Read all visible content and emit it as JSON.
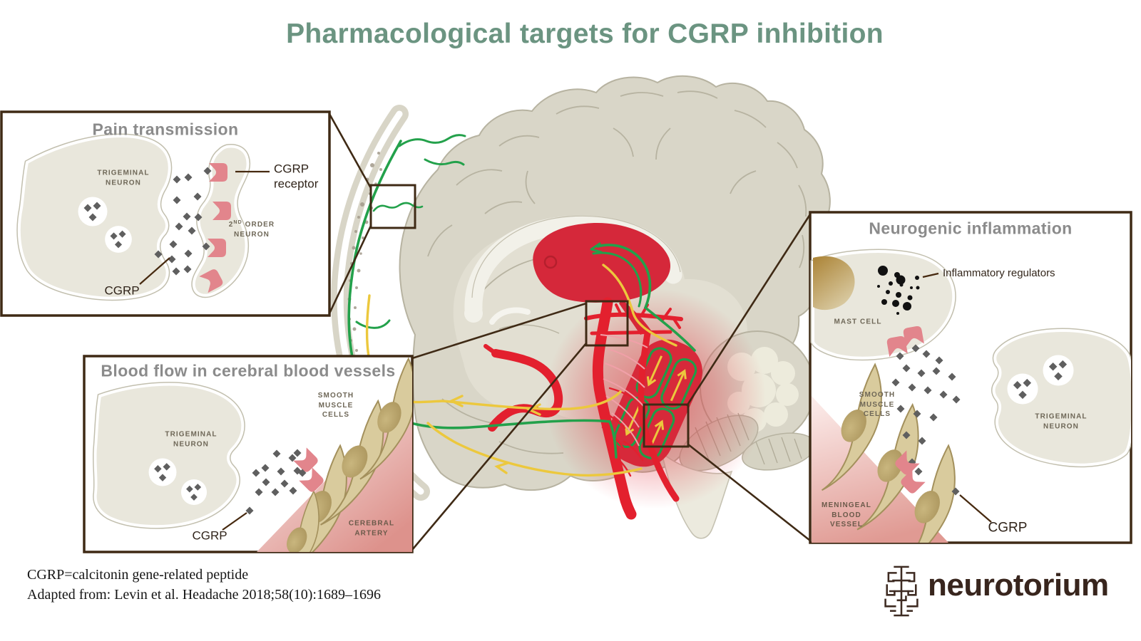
{
  "title": "Pharmacological targets for CGRP inhibition",
  "panels": {
    "pain_transmission": {
      "title": "Pain transmission",
      "trigeminal_neuron_label": "TRIGEMINAL\nNEURON",
      "second_order_num": "2",
      "second_order_sup": "ND",
      "second_order_rest": " ORDER",
      "second_order_line2": "NEURON",
      "cgrp_receptor_label": "CGRP\nreceptor",
      "cgrp_label": "CGRP"
    },
    "blood_flow": {
      "title": "Blood flow in cerebral blood vessels",
      "trigeminal_neuron_label": "TRIGEMINAL\nNEURON",
      "smooth_muscle_label": "SMOOTH\nMUSCLE\nCELLS",
      "cerebral_artery_label": "CEREBRAL\nARTERY",
      "cgrp_label": "CGRP"
    },
    "neurogenic_inflammation": {
      "title": "Neurogenic inflammation",
      "mast_cell_label": "MAST CELL",
      "inflammatory_regulators_label": "Inflammatory regulators",
      "smooth_muscle_label": "SMOOTH\nMUSCLE\nCELLS",
      "meningeal_vessel_label": "MENINGEAL\nBLOOD\nVESSEL",
      "trigeminal_neuron_label": "TRIGEMINAL\nNEURON",
      "cgrp_label": "CGRP"
    }
  },
  "footer": {
    "abbreviation": "CGRP=calcitonin gene-related peptide",
    "source": "Adapted from: Levin et al. Headache 2018;58(10):1689–1696"
  },
  "logo": {
    "text": "neurotorium"
  },
  "colors": {
    "title_green": "#6b9481",
    "outline_brown": "#3f2a15",
    "cgrp_red": "#d7293a",
    "nerve_green": "#23a14b",
    "nerve_yellow": "#ecc83d",
    "receptor_pink": "#e2858c",
    "molecule_gray": "#5f5f5f",
    "brain_beige": "#d9d6c8"
  }
}
